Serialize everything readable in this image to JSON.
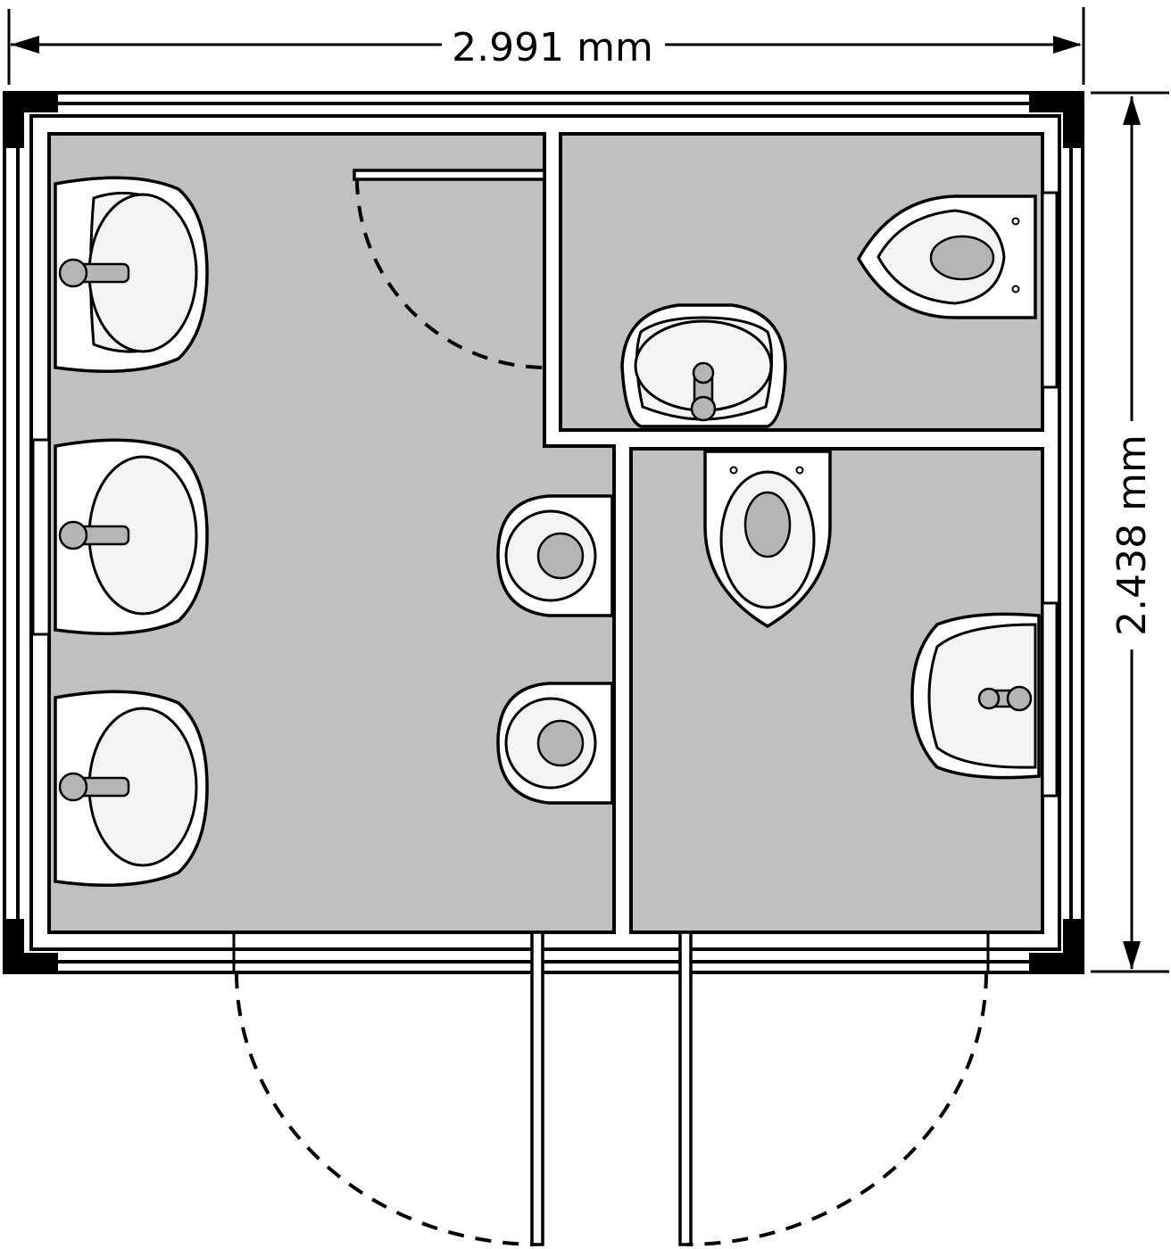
{
  "dimensions": {
    "width_label": "2.991 mm",
    "height_label": "2.438 mm"
  },
  "fixtures": {
    "washbasins": 5,
    "toilets": 2,
    "urinals": 2,
    "doors": 3
  },
  "colors": {
    "floor": "#c0c0c0",
    "fixture": "#ffffff",
    "outline": "#000000"
  }
}
